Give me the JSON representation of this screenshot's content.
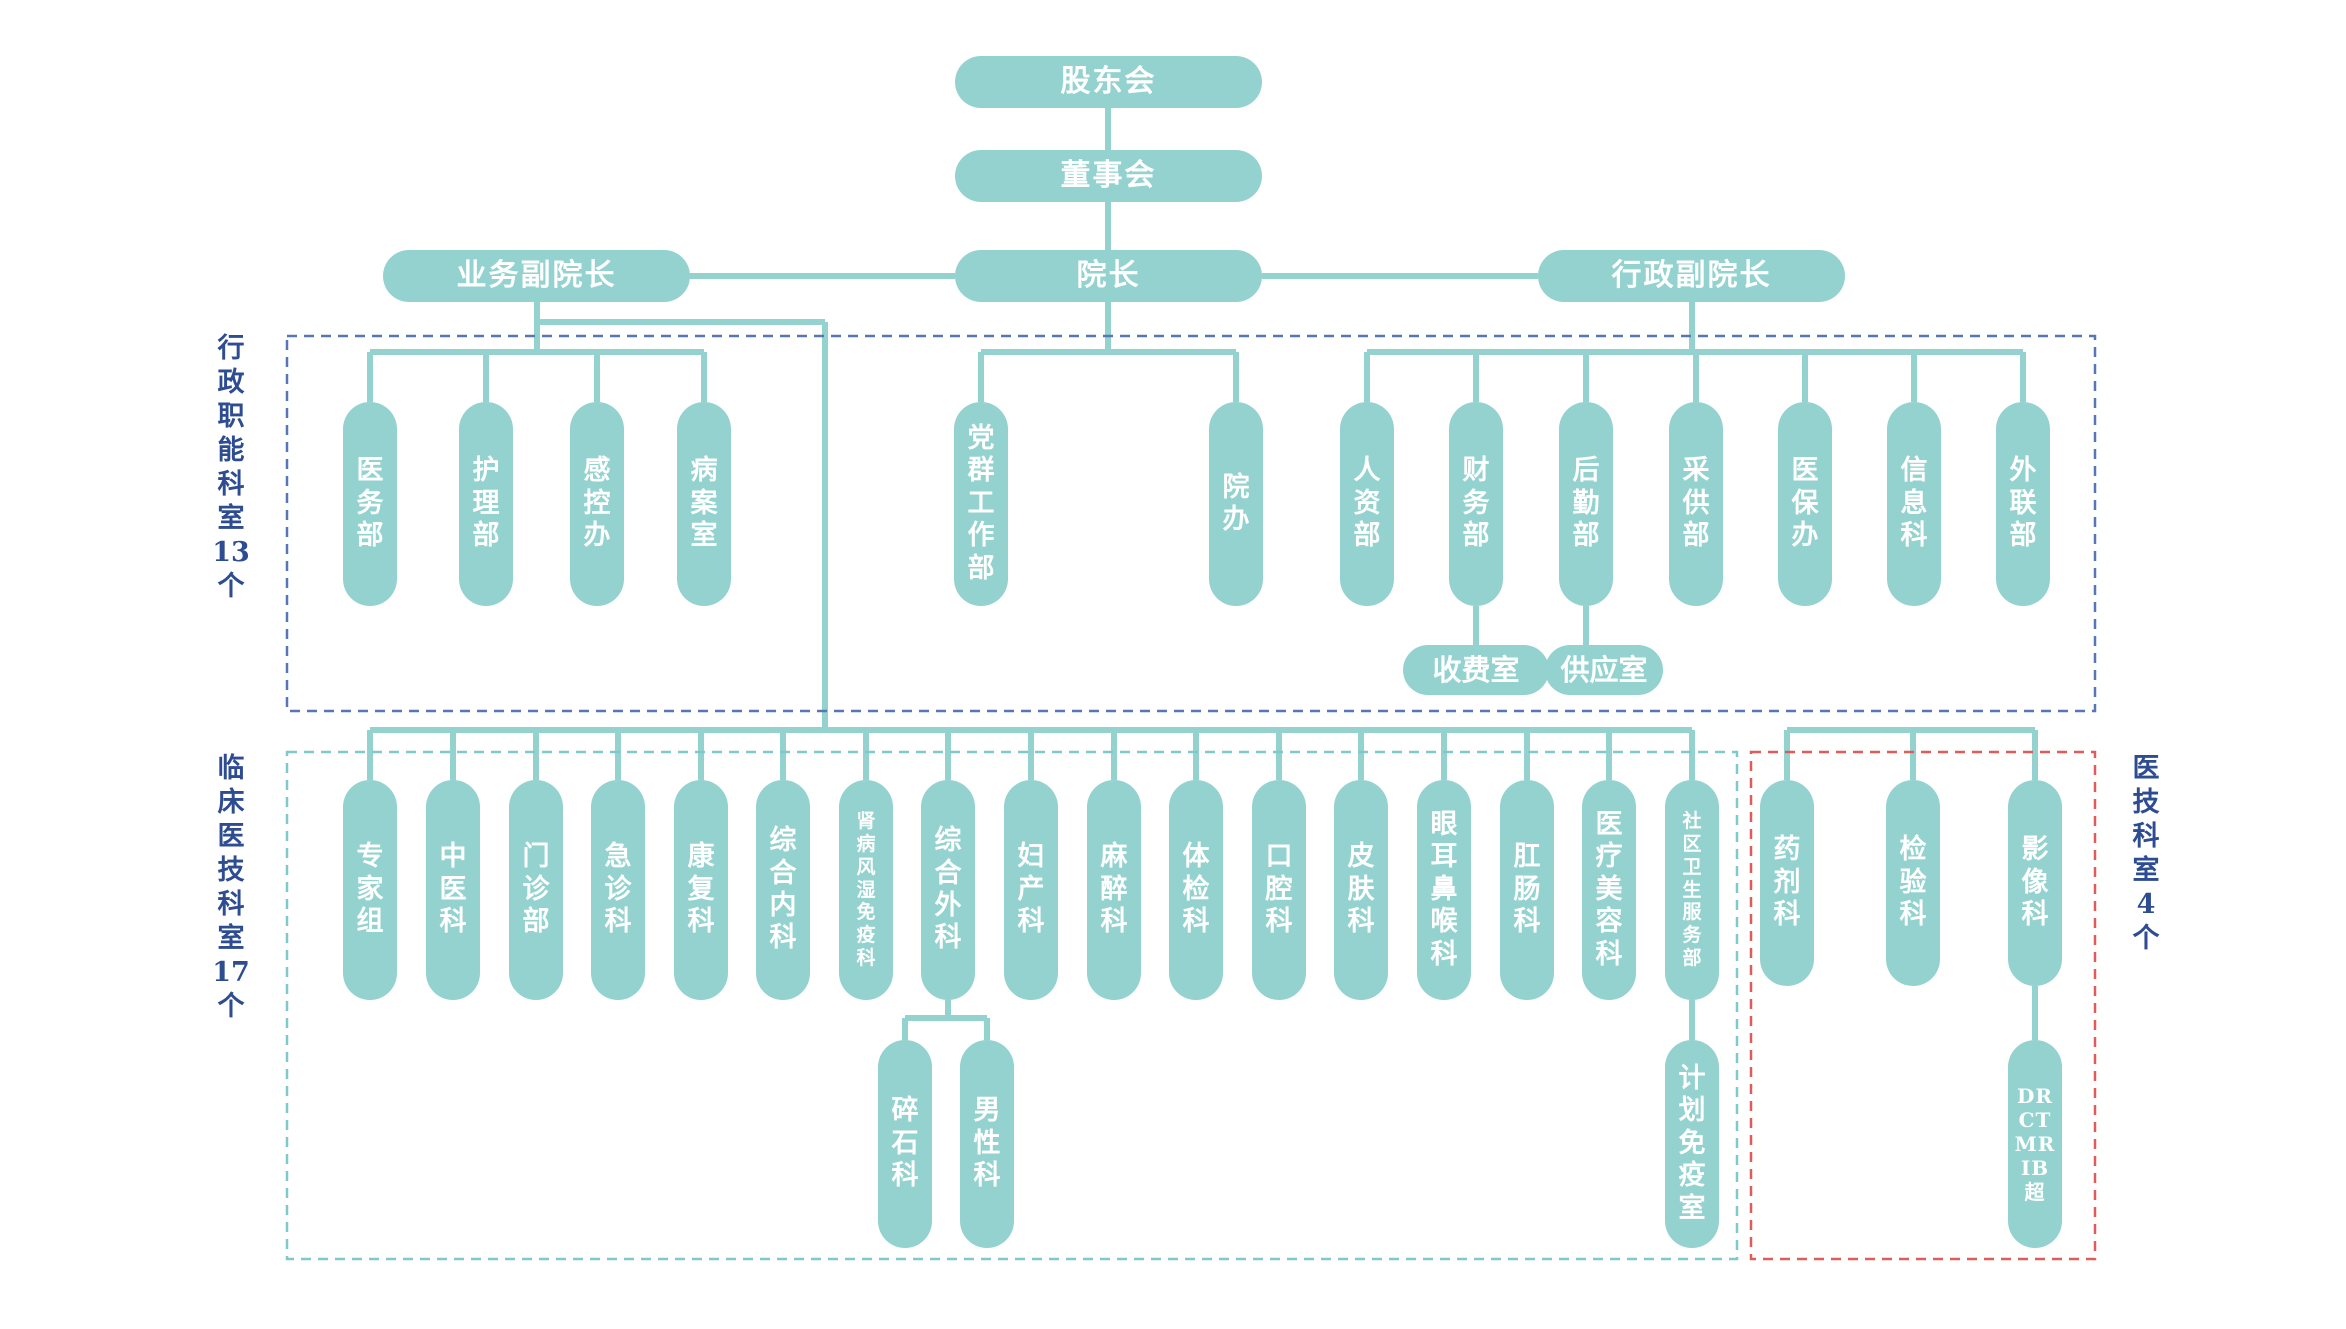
{
  "colors": {
    "node": "#93d2cf",
    "line": "#93d2cf",
    "text": "#ffffff",
    "label": "#2e4c92",
    "box_admin": "#5876b6",
    "box_clinical": "#7fc9cc",
    "box_tech": "#e05b5b"
  },
  "top": {
    "shareholders": "股东会",
    "board": "董事会",
    "president": "院长",
    "vp_business": "业务副院长",
    "vp_admin": "行政副院长"
  },
  "side_labels": {
    "admin": "行政职能科室13个",
    "clinical": "临床医技科室17个",
    "tech": "医技科室4个"
  },
  "admin_depts": [
    "医务部",
    "护理部",
    "感控办",
    "病案室",
    "党群工作部",
    "院办",
    "人资部",
    "财务部",
    "后勤部",
    "采供部",
    "医保办",
    "信息科",
    "外联部"
  ],
  "admin_children": {
    "finance": "收费室",
    "logistics": "供应室"
  },
  "clinical_depts": [
    "专家组",
    "中医科",
    "门诊部",
    "急诊科",
    "康复科",
    "综合内科",
    "肾病风湿免疫科",
    "综合外科",
    "妇产科",
    "麻醉科",
    "体检科",
    "口腔科",
    "皮肤科",
    "眼耳鼻喉科",
    "肛肠科",
    "医疗美容科",
    "社区卫生服务部"
  ],
  "clinical_children": {
    "surgery": [
      "碎石科",
      "男性科"
    ],
    "community": "计划免疫室"
  },
  "tech_depts": [
    "药剂科",
    "检验科",
    "影像科"
  ],
  "tech_children": {
    "imaging": "DRCTMRIB超"
  }
}
